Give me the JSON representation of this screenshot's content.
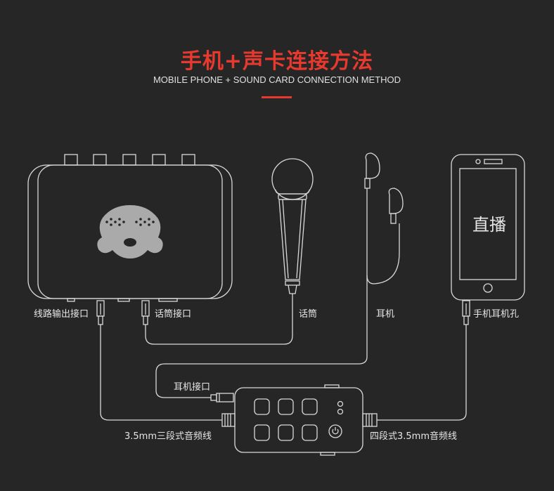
{
  "header": {
    "title": "手机+声卡连接方法",
    "subtitle": "MOBILE PHONE + SOUND CARD CONNECTION METHOD"
  },
  "labels": {
    "line_out": "线路输出接口",
    "mic_port": "话筒接口",
    "mic": "话筒",
    "earphones": "耳机",
    "phone_jack": "手机耳机孔",
    "earphone_port": "耳机接口",
    "cable_3seg": "3.5mm三段式音频线",
    "cable_4seg": "四段式3.5mm音频线"
  },
  "phone": {
    "screen_text": "直播"
  },
  "colors": {
    "accent": "#e8392f",
    "background": "#262626",
    "stroke": "#d9d9d9"
  }
}
